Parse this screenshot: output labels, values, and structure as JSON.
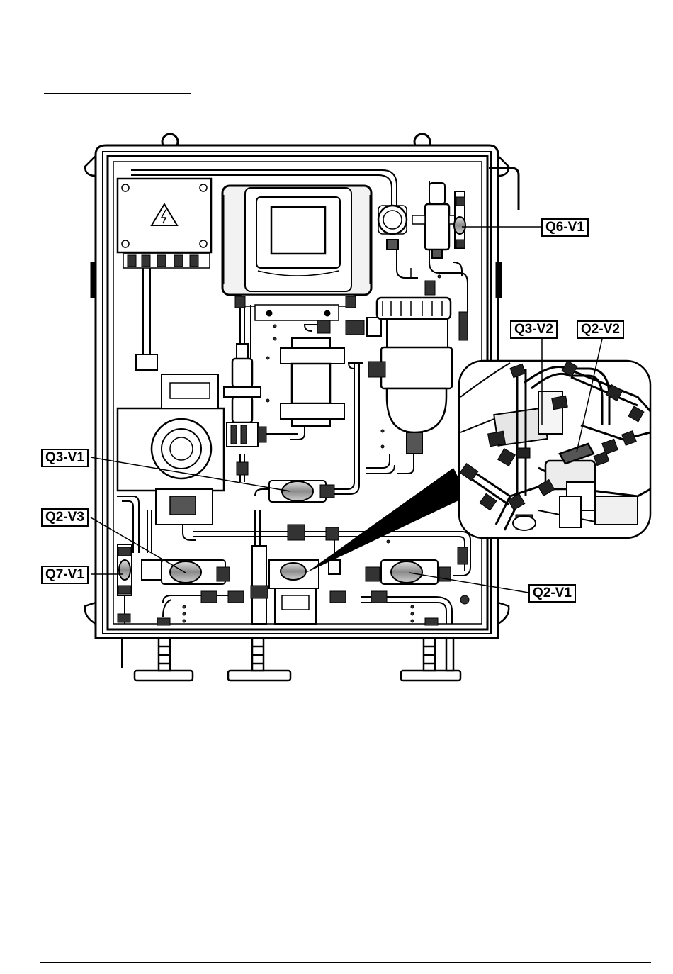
{
  "callouts": {
    "q6_v1": "Q6-V1",
    "q3_v2": "Q3-V2",
    "q2_v2": "Q2-V2",
    "q3_v1": "Q3-V1",
    "q2_v3": "Q2-V3",
    "q7_v1": "Q7-V1",
    "q2_v1": "Q2-V1"
  },
  "colors": {
    "line": "#000000",
    "fill_light": "#f2f2f2",
    "fill_mid": "#bdbdbd",
    "fill_dark": "#555555"
  },
  "icons": {
    "warning": "high-voltage-warning-icon"
  }
}
